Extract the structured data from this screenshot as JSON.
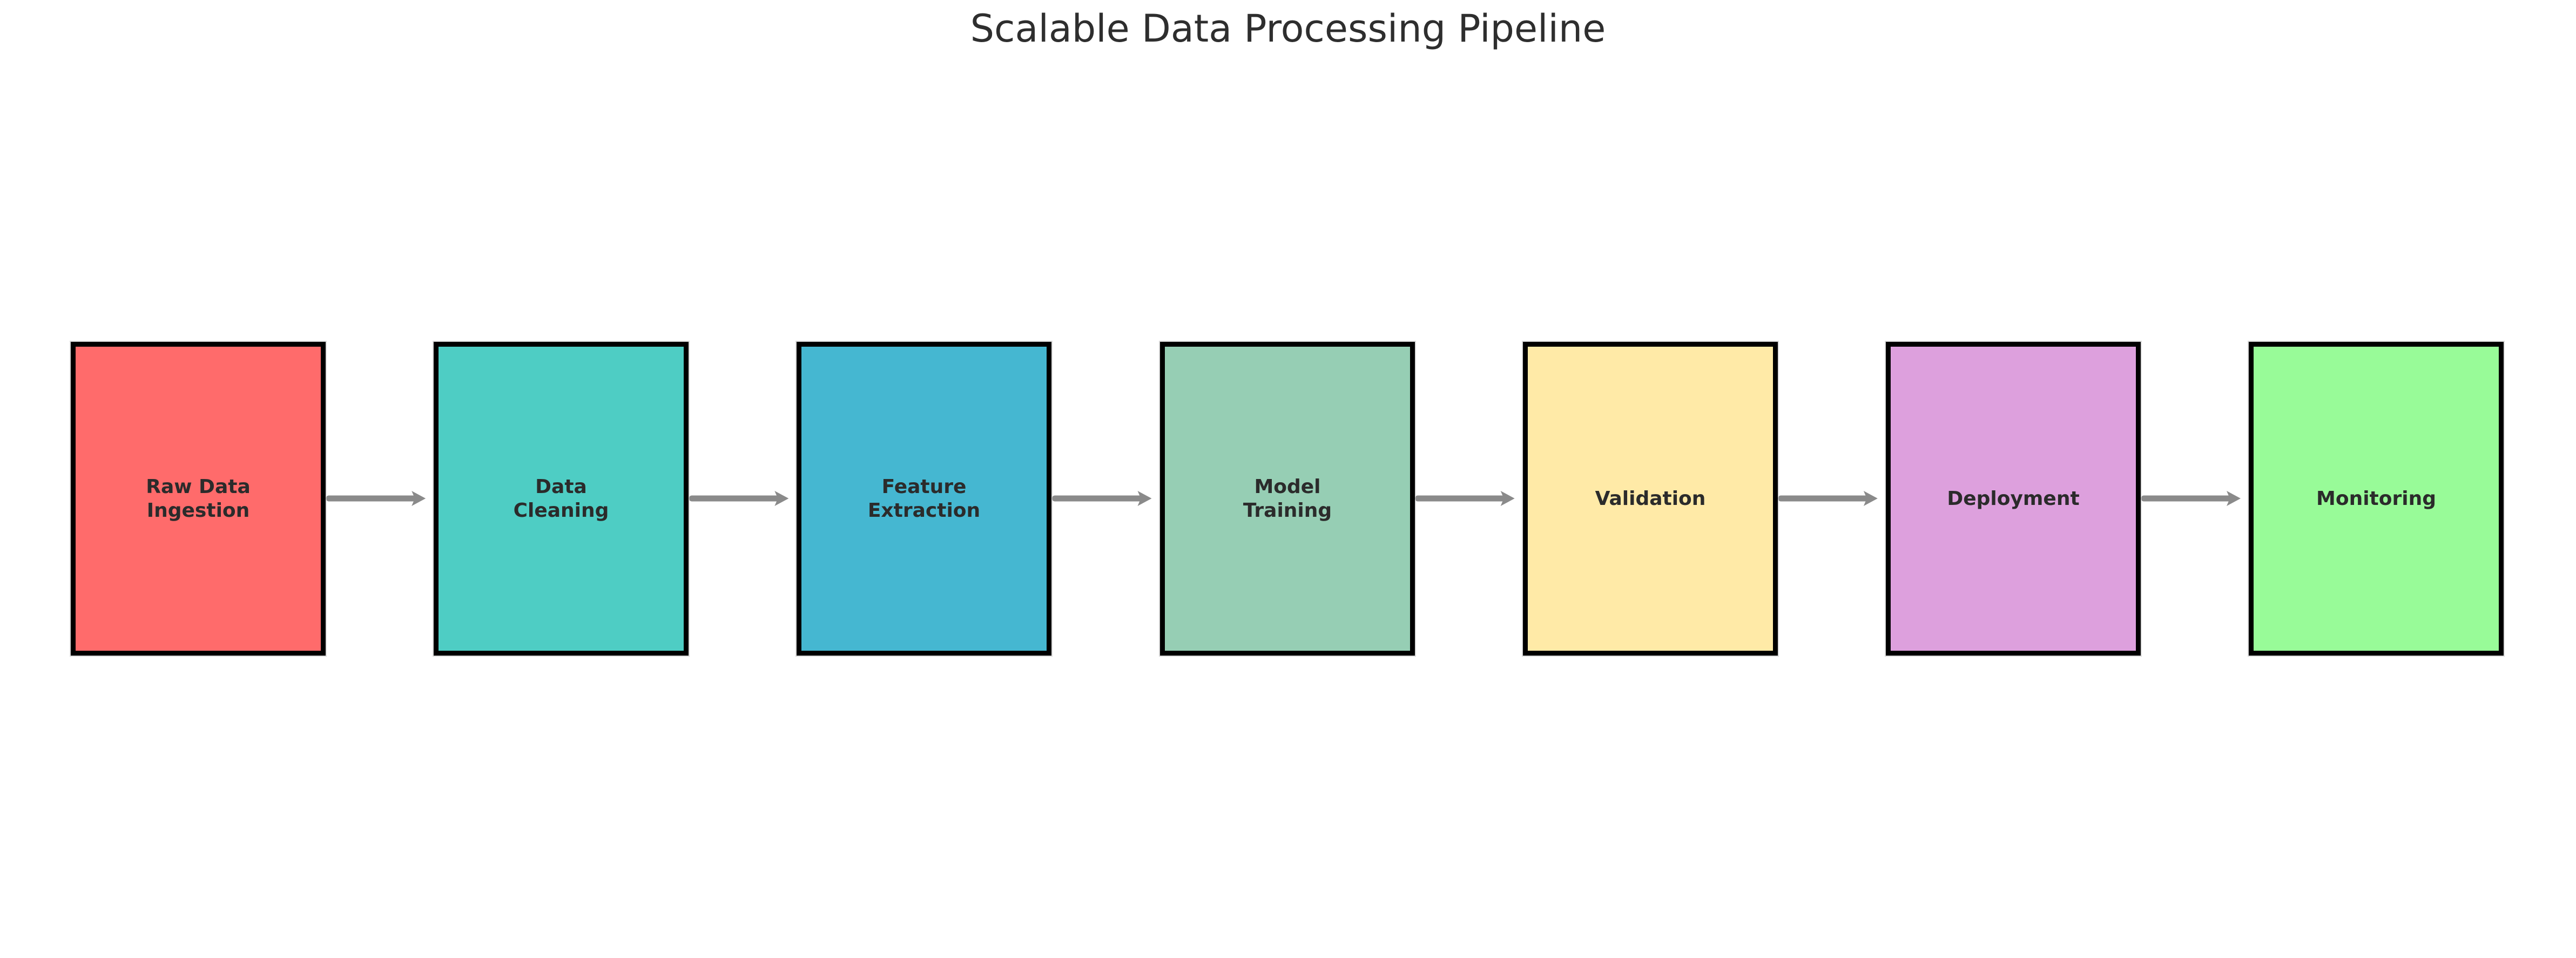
{
  "title": "Scalable Data Processing Pipeline",
  "diagram": {
    "type": "flowchart-pipeline",
    "direction": "left-to-right",
    "stages": [
      {
        "id": "raw-data-ingestion",
        "label": "Raw Data\nIngestion",
        "fill": "#FF6B6B"
      },
      {
        "id": "data-cleaning",
        "label": "Data\nCleaning",
        "fill": "#4ECDC4"
      },
      {
        "id": "feature-extraction",
        "label": "Feature\nExtraction",
        "fill": "#45B7D1"
      },
      {
        "id": "model-training",
        "label": "Model\nTraining",
        "fill": "#96CEB4"
      },
      {
        "id": "validation",
        "label": "Validation",
        "fill": "#FFEAA7"
      },
      {
        "id": "deployment",
        "label": "Deployment",
        "fill": "#DDA0DD"
      },
      {
        "id": "monitoring",
        "label": "Monitoring",
        "fill": "#98FB98"
      }
    ],
    "connections": [
      {
        "from": "raw-data-ingestion",
        "to": "data-cleaning"
      },
      {
        "from": "data-cleaning",
        "to": "feature-extraction"
      },
      {
        "from": "feature-extraction",
        "to": "model-training"
      },
      {
        "from": "model-training",
        "to": "validation"
      },
      {
        "from": "validation",
        "to": "deployment"
      },
      {
        "from": "deployment",
        "to": "monitoring"
      }
    ],
    "colors": {
      "border": "#000000",
      "arrow": "#8a8a8a",
      "label": "#2b2b2b",
      "title": "#2e2e2e",
      "background": "#ffffff"
    }
  }
}
